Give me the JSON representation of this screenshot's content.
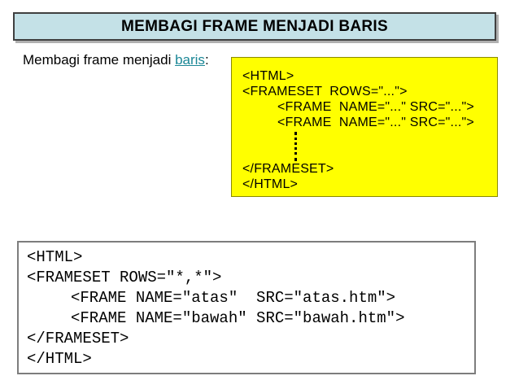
{
  "slide": {
    "title": "MEMBAGI FRAME MENJADI BARIS",
    "intro": {
      "prefix": "Membagi frame menjadi ",
      "link": "baris",
      "suffix": ":"
    },
    "syntax_box": {
      "lines": [
        "<HTML>",
        "<FRAMESET  ROWS=\"...\">",
        "<FRAME  NAME=\"...\" SRC=\"...\">",
        "<FRAME  NAME=\"...\" SRC=\"...\">",
        "</FRAMESET>",
        "</HTML>"
      ],
      "ellipsis": "vertical-dotted-line"
    },
    "example_box": {
      "lines": [
        "<HTML>",
        "<FRAMESET ROWS=\"*,*\">",
        "<FRAME NAME=\"atas\"  SRC=\"atas.htm\">",
        "<FRAME NAME=\"bawah\" SRC=\"bawah.htm\">",
        "</FRAMESET>",
        "</HTML>"
      ]
    }
  },
  "colors": {
    "title_bg": "#c4e1e7",
    "title_border": "#404040",
    "highlight_bg": "#ffff00",
    "highlight_border": "#8a8a00",
    "link_color": "#1b8796",
    "example_border": "#7d7d7d",
    "text_color": "#000000",
    "shadow_color": "#b0b0b0"
  }
}
